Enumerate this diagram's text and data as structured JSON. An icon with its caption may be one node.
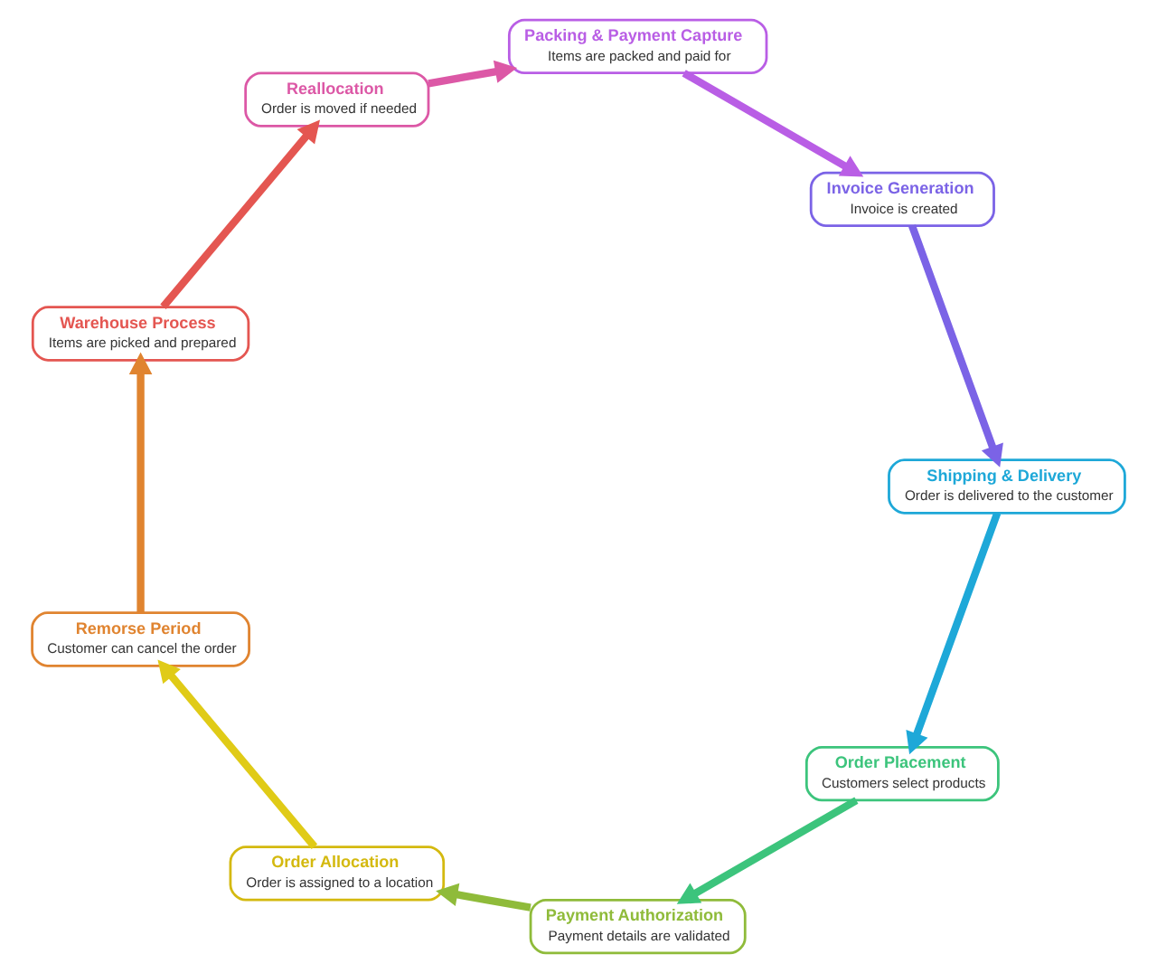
{
  "diagram": {
    "nodes": [
      {
        "text": [
          "Order Placement",
          "Customers select products"
        ]
      },
      {
        "text": [
          "Payment Authorization",
          "Payment details are validated"
        ]
      },
      {
        "text": [
          "Order Allocation",
          "Order is assigned to a location"
        ]
      },
      {
        "text": [
          "Remorse Period",
          "Customer can cancel the order"
        ]
      },
      {
        "text": [
          "Warehouse Process",
          "Items are picked and prepared"
        ]
      },
      {
        "text": [
          "Reallocation",
          "Order is moved if needed"
        ]
      },
      {
        "text": [
          "Packing & Payment Capture",
          "Items are packed and paid for"
        ]
      },
      {
        "text": [
          "Invoice Generation",
          "Invoice is created"
        ]
      },
      {
        "text": [
          "Shipping & Delivery",
          "Order is delivered to the customer"
        ]
      }
    ],
    "edges": [
      {
        "from": 0,
        "to": 1,
        "arrow": "to",
        "color": "#3cc47c"
      },
      {
        "from": 1,
        "to": 2,
        "arrow": "to",
        "color": "#8fbb3a"
      },
      {
        "from": 2,
        "to": 3,
        "arrow": "to",
        "color": "#e0cb17"
      },
      {
        "from": 3,
        "to": 4,
        "arrow": "to",
        "color": "#e08430"
      },
      {
        "from": 4,
        "to": 5,
        "arrow": "to",
        "color": "#e45651"
      },
      {
        "from": 5,
        "to": 6,
        "arrow": "to",
        "color": "#dc58a6"
      },
      {
        "from": 6,
        "to": 7,
        "arrow": "to",
        "color": "#b95ee5"
      },
      {
        "from": 7,
        "to": 8,
        "arrow": "to",
        "color": "#7b63e6"
      },
      {
        "from": 8,
        "to": 0,
        "arrow": "to",
        "color": "#1ea8d8"
      }
    ]
  }
}
